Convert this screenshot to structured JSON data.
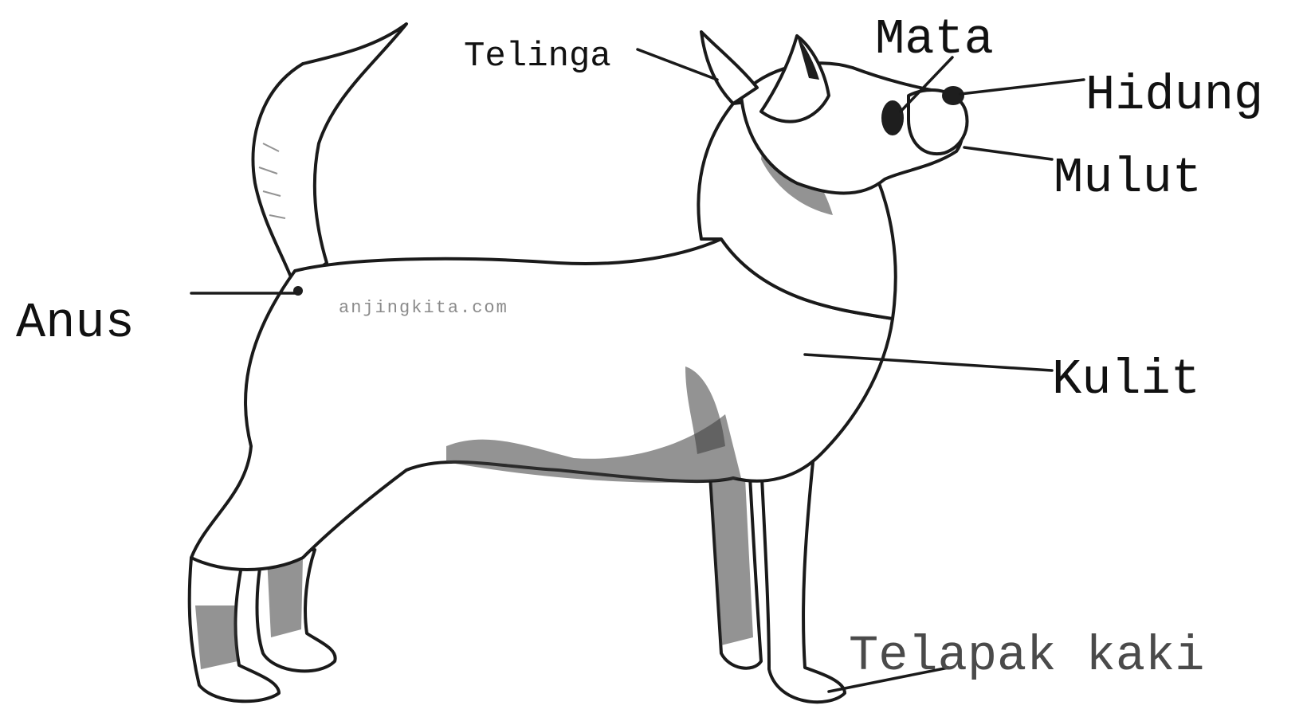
{
  "diagram": {
    "watermark": "anjingkita.com",
    "labels": {
      "telinga": "Telinga",
      "mata": "Mata",
      "hidung": "Hidung",
      "mulut": "Mulut",
      "anus": "Anus",
      "kulit": "Kulit",
      "telapak_kaki": "Telapak kaki"
    }
  }
}
